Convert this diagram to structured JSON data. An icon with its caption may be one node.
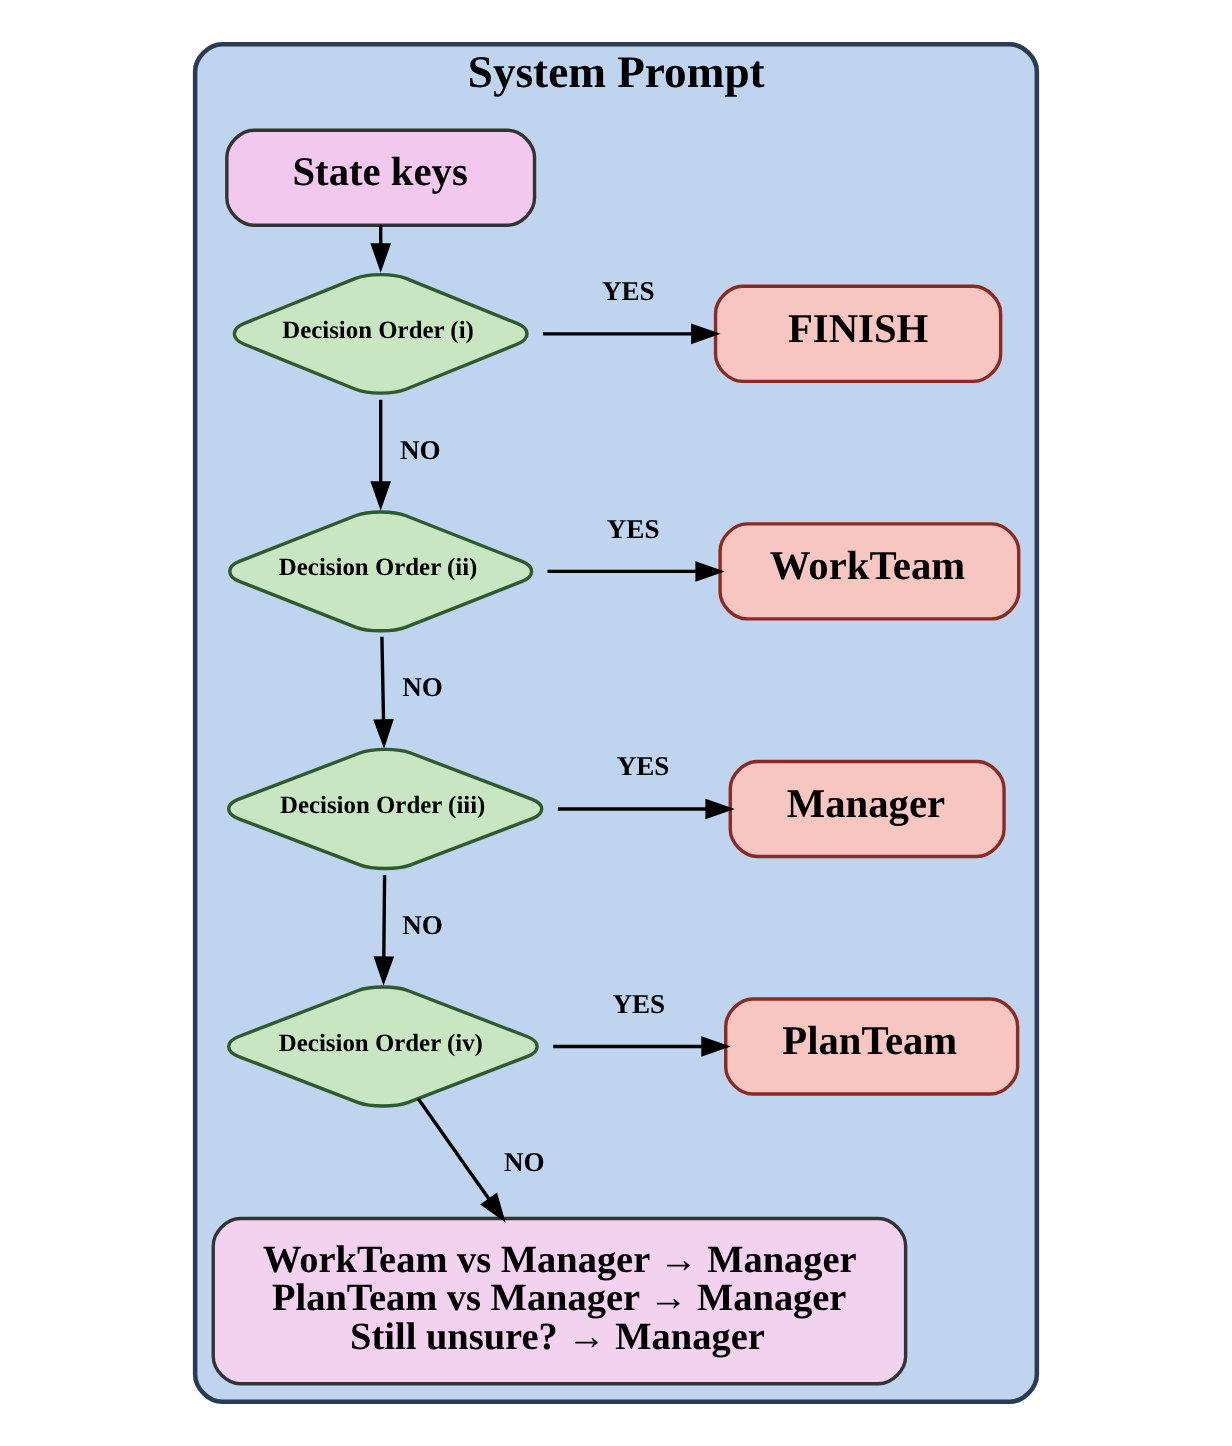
{
  "diagram": {
    "nodes": [
      {
        "text": [
          "System Prompt"
        ]
      },
      {
        "text": [
          "State keys"
        ],
        "in": 0
      },
      {
        "text": [
          "Decision Order (i)"
        ],
        "in": 0
      },
      {
        "text": [
          "FINISH"
        ],
        "in": 0
      },
      {
        "text": [
          "Decision Order (ii)"
        ],
        "in": 0
      },
      {
        "text": [
          "WorkTeam"
        ],
        "in": 0
      },
      {
        "text": [
          "Decision Order (iii)"
        ],
        "in": 0
      },
      {
        "text": [
          "Manager"
        ],
        "in": 0
      },
      {
        "text": [
          "Decision Order (iv)"
        ],
        "in": 0
      },
      {
        "text": [
          "PlanTeam"
        ],
        "in": 0
      },
      {
        "text": [
          "WorkTeam vs Manager → Manager",
          "PlanTeam vs Manager → Manager",
          "Still unsure? → Manager"
        ],
        "in": 0
      }
    ],
    "edges": [
      {
        "from": 1,
        "to": 2,
        "arrow": "to"
      },
      {
        "from": 2,
        "to": 3,
        "arrow": "to",
        "label": "YES"
      },
      {
        "from": 2,
        "to": 4,
        "arrow": "to",
        "label": "NO"
      },
      {
        "from": 4,
        "to": 5,
        "arrow": "to",
        "label": "YES"
      },
      {
        "from": 4,
        "to": 6,
        "arrow": "to",
        "label": "NO"
      },
      {
        "from": 6,
        "to": 7,
        "arrow": "to",
        "label": "YES"
      },
      {
        "from": 6,
        "to": 8,
        "arrow": "to",
        "label": "NO"
      },
      {
        "from": 8,
        "to": 9,
        "arrow": "to",
        "label": "YES"
      },
      {
        "from": 8,
        "to": 10,
        "arrow": "to",
        "label": "NO"
      }
    ]
  }
}
